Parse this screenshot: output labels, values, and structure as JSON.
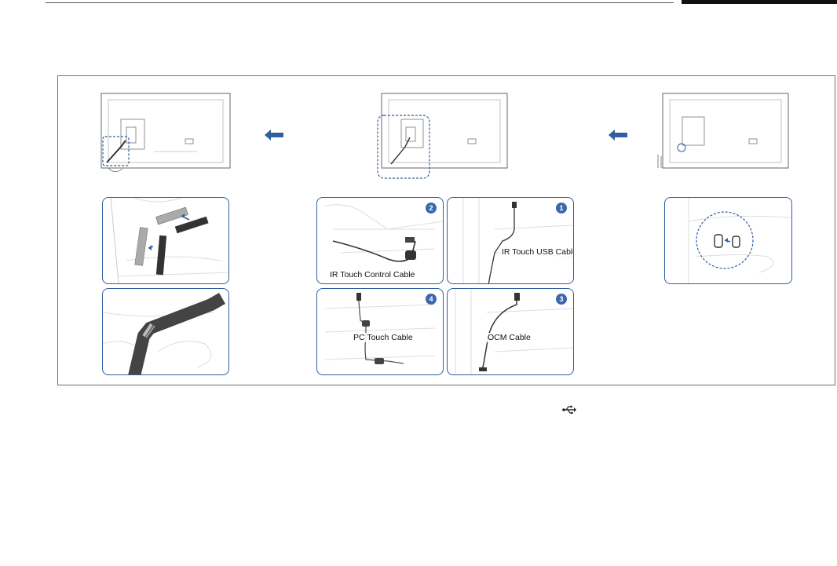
{
  "header": {
    "rule": true
  },
  "figure": {
    "panels": [
      {
        "number": "2",
        "label": "IR Touch Control  Cable"
      },
      {
        "number": "1",
        "label": "IR Touch USB  Cable"
      },
      {
        "number": "4",
        "label": "PC Touch Cable"
      },
      {
        "number": "3",
        "label": "OCM Cable"
      }
    ]
  },
  "icons": {
    "arrow_left": "left-arrow-icon",
    "usb": "usb-icon"
  },
  "colors": {
    "panel_border": "#2f5f9e",
    "badge": "#3a68ad",
    "arrow": "#2f5f9e"
  }
}
